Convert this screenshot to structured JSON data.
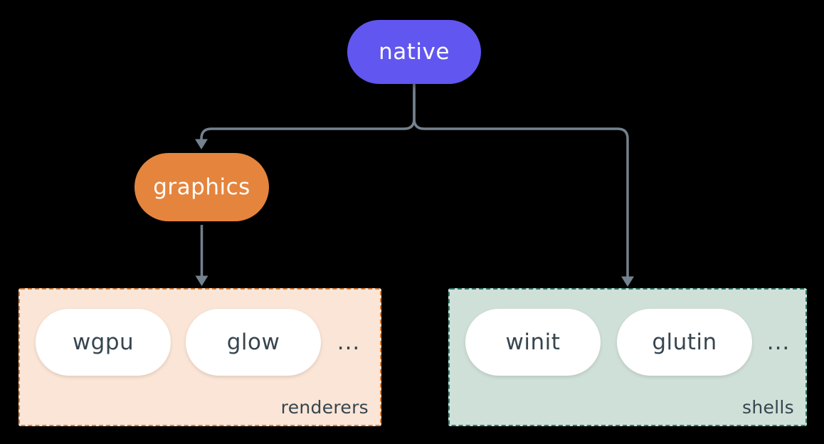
{
  "canvas": {
    "background": "#000000"
  },
  "palette": {
    "connector": "#74818e",
    "dark_text": "#36454f",
    "white_text": "#ffffff"
  },
  "nodes": {
    "native": {
      "label": "native",
      "bg": "#6156ef"
    },
    "graphics": {
      "label": "graphics",
      "bg": "#e5843d"
    }
  },
  "groups": {
    "renderers": {
      "label": "renderers",
      "bg": "#fae5d6",
      "border_color": "#de8136",
      "items": [
        {
          "label": "wgpu"
        },
        {
          "label": "glow"
        }
      ],
      "ellipsis": "..."
    },
    "shells": {
      "label": "shells",
      "bg": "#cfe0d8",
      "border_color": "#2e7d6d",
      "items": [
        {
          "label": "winit"
        },
        {
          "label": "glutin"
        }
      ],
      "ellipsis": "..."
    }
  }
}
